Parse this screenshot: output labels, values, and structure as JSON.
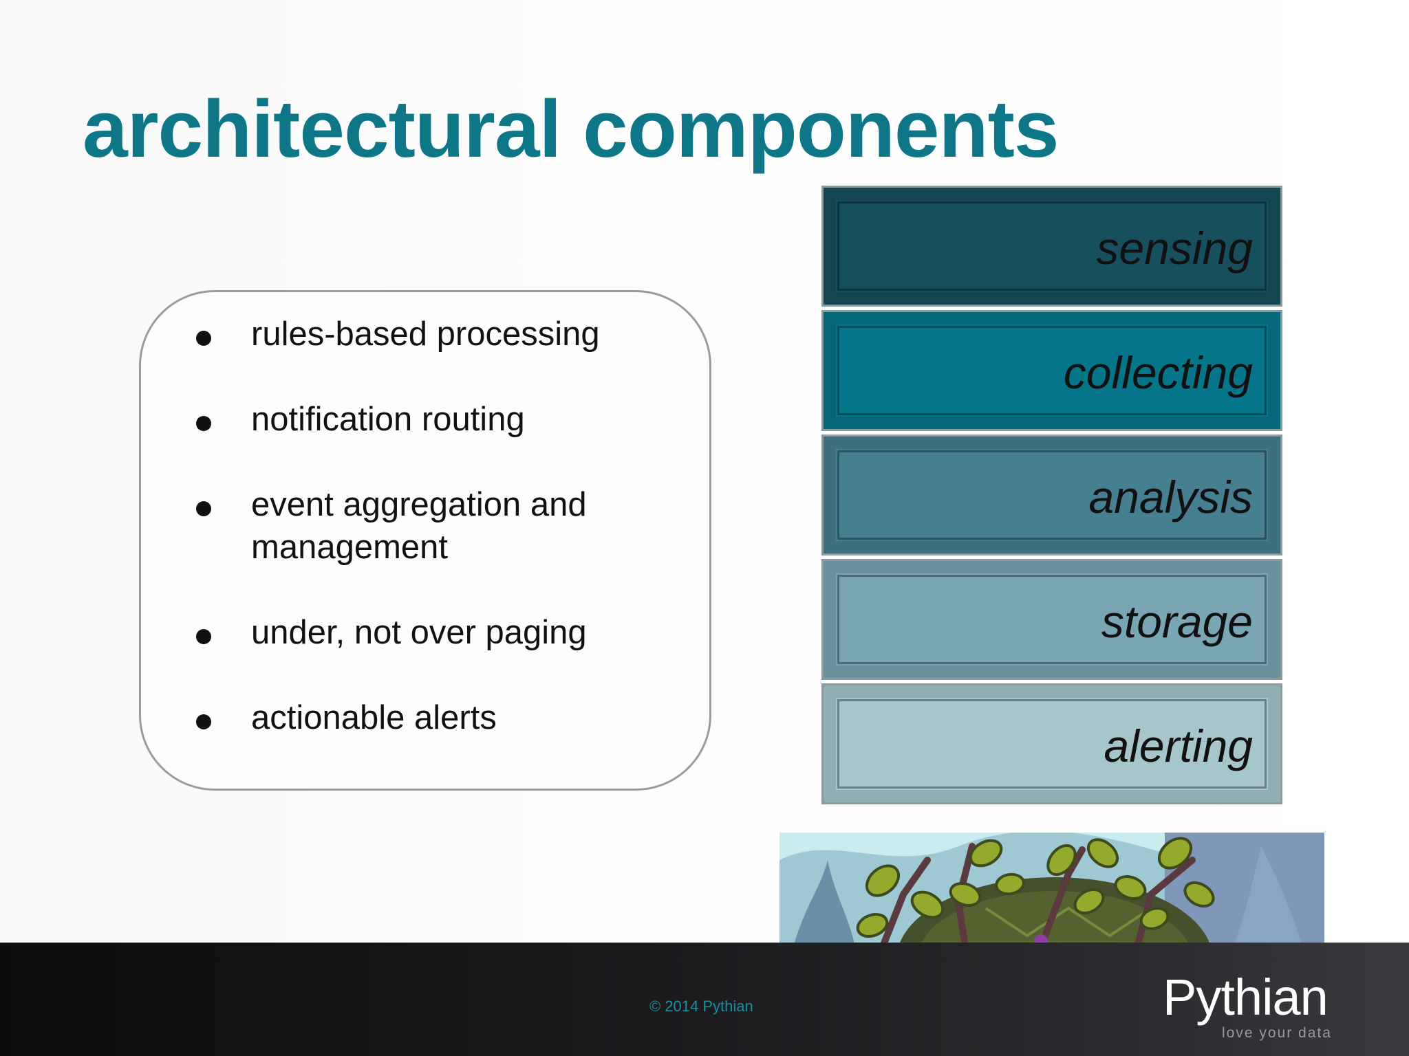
{
  "slide": {
    "title": "architectural components"
  },
  "bullets": [
    {
      "text": "rules-based processing"
    },
    {
      "text": "notification routing"
    },
    {
      "text": "event aggregation and management"
    },
    {
      "text": "under, not over paging"
    },
    {
      "text": "actionable alerts"
    }
  ],
  "layers": [
    {
      "label": "sensing",
      "color": "#174f5c"
    },
    {
      "label": "collecting",
      "color": "#05768a"
    },
    {
      "label": "analysis",
      "color": "#467f90"
    },
    {
      "label": "storage",
      "color": "#79a6b2"
    },
    {
      "label": "alerting",
      "color": "#a6c6cc"
    }
  ],
  "footer": {
    "copyright": "© 2014 Pythian",
    "brand_name": "Pythian",
    "brand_tagline": "love your data"
  },
  "colors": {
    "title": "#0d7787",
    "copyright": "#1a8fa0"
  }
}
